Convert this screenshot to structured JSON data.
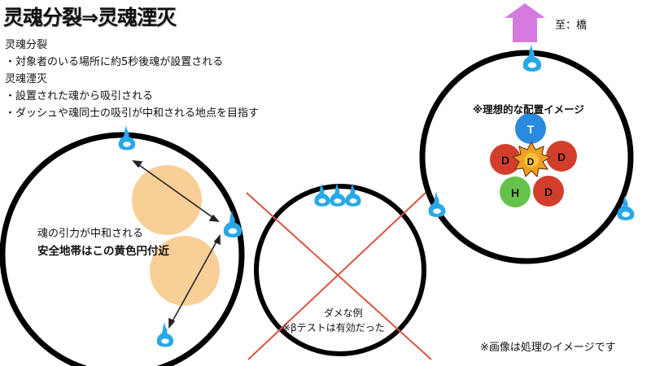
{
  "title": "灵魂分裂⇒灵魂湮灭",
  "legend": {
    "split_heading": "灵魂分裂",
    "split_desc": "・対象者のいる場所に約5秒後魂が設置される",
    "annihilate_heading": "灵魂湮灭",
    "annihilate_desc1": "・設置された魂から吸引される",
    "annihilate_desc2": "・ダッシュや魂同士の吸引が中和される地点を目指す"
  },
  "left_circle": {
    "line1": "魂の引力が中和される",
    "line2": "安全地帯はこの黄色円付近"
  },
  "middle_circle": {
    "line1": "ダメな例",
    "line2": "※βテストは有効だった"
  },
  "right_circle": {
    "direction_label": "至：橋",
    "ideal_title": "※理想的な配置イメージ",
    "roles": {
      "t": "T",
      "d1": "D",
      "d2": "D",
      "d3": "D",
      "d4": "D",
      "h": "H"
    }
  },
  "footnote": "※画像は処理のイメージです",
  "colors": {
    "soul_blue": "#29a8e8",
    "safe_yellow": "#f9cf98",
    "cross_red": "#d9553f",
    "tank_blue": "#2a8ae0",
    "dps_red": "#d33e2c",
    "healer_green": "#66c24a",
    "arrow_purple": "#d57be0"
  }
}
